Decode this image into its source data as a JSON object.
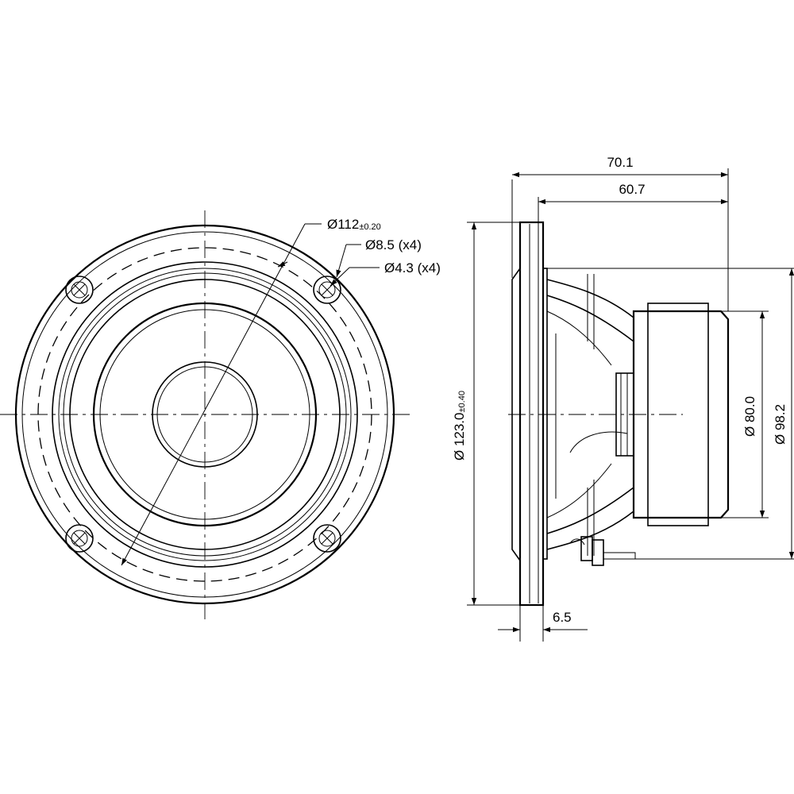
{
  "front_view": {
    "dim_bolt_circle": {
      "main": "Ø112",
      "tol": "±0.20"
    },
    "dim_hole_outer": "Ø8.5 (x4)",
    "dim_hole_inner": "Ø4.3 (x4)"
  },
  "side_view": {
    "dim_total_depth": "70.1",
    "dim_body_depth": "60.7",
    "dim_flange_diameter": {
      "main": "Ø 123.0",
      "tol": "±0.40"
    },
    "dim_magnet_diameter": "Ø 80.0",
    "dim_basket_diameter": "Ø 98.2",
    "dim_flange_thickness": "6.5"
  }
}
